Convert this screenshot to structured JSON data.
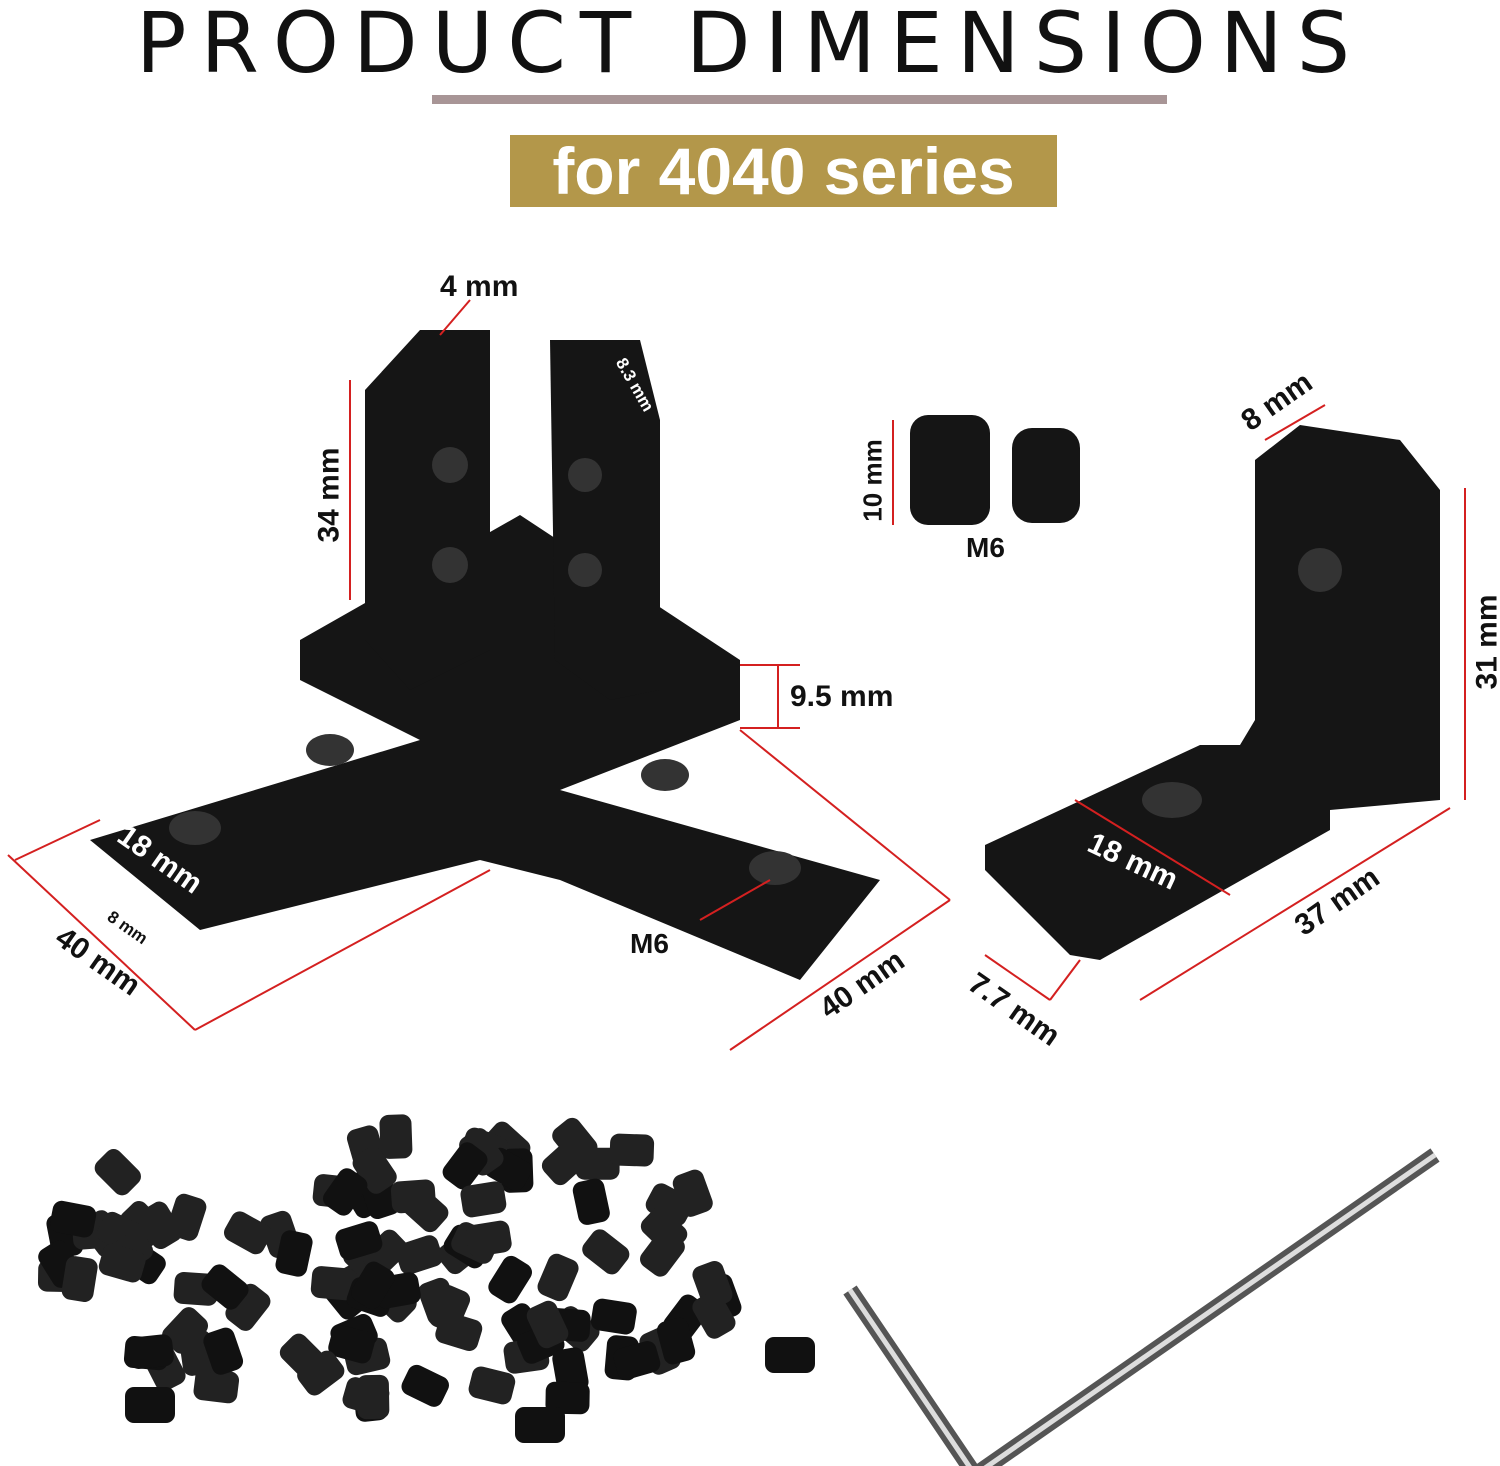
{
  "header": {
    "title": "PRODUCT DIMENSIONS",
    "subtitle": "for 4040 series"
  },
  "colors": {
    "rule": "#a89596",
    "badge": "#b3974a",
    "dimension_line": "#d42020",
    "part": "#151515"
  },
  "corner_bracket": {
    "slot_width": "4 mm",
    "tongue_width": "8.3 mm",
    "upright_height": "34 mm",
    "base_thickness": "9.5 mm",
    "arm_width": "18 mm",
    "arm_tongue": "8 mm",
    "arm_length_left": "40 mm",
    "arm_length_right": "40 mm",
    "thread": "M6"
  },
  "set_screw": {
    "length": "10 mm",
    "thread": "M6"
  },
  "l_bracket": {
    "top_width": "8 mm",
    "height": "31 mm",
    "width": "18 mm",
    "length": "37 mm",
    "tongue": "7.7 mm"
  }
}
